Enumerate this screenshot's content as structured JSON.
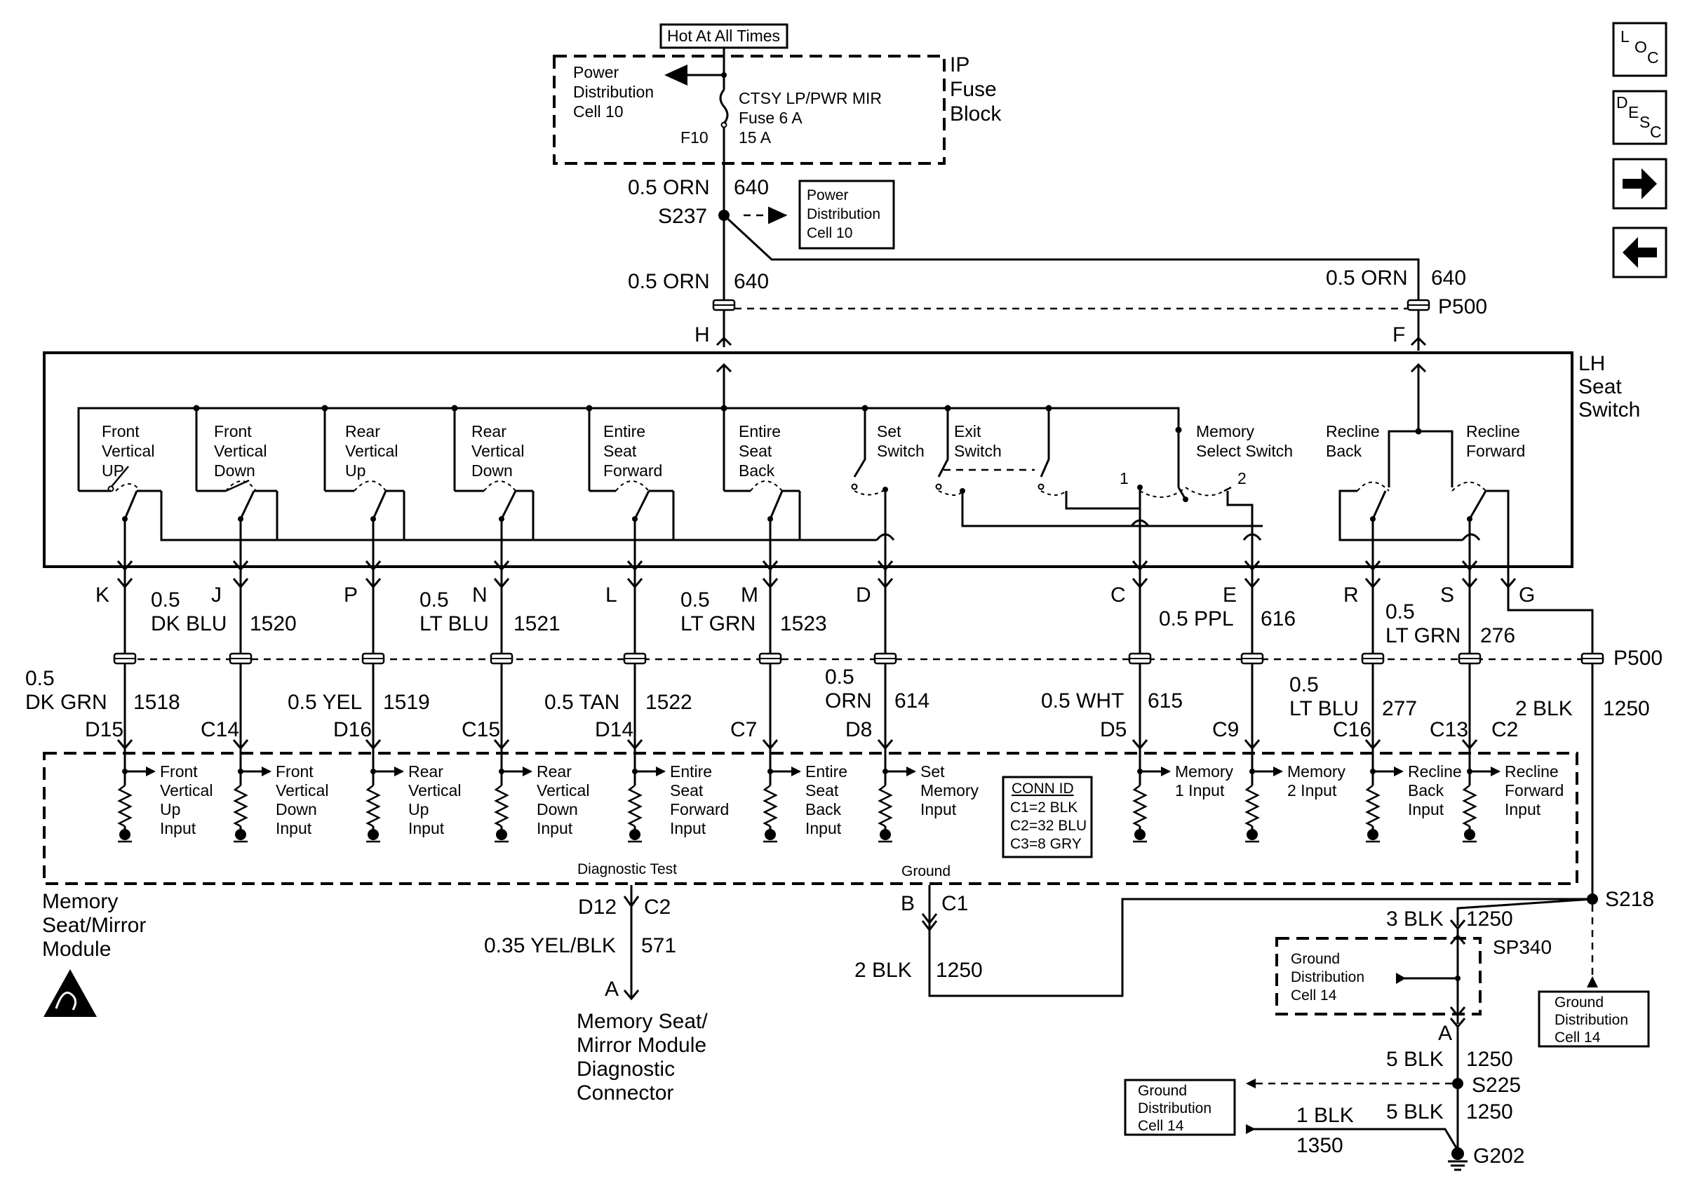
{
  "header": {
    "hot_label": "Hot At All Times"
  },
  "fuse_block": {
    "title": [
      "IP",
      "Fuse",
      "Block"
    ],
    "pd_cell": [
      "Power",
      "Distribution",
      "Cell 10"
    ],
    "fuse_lines": [
      "CTSY LP/PWR MIR",
      "Fuse 6 A",
      "15 A"
    ],
    "fuse_id": "F10"
  },
  "feed": {
    "top_wire": "0.5 ORN",
    "top_circuit": "640",
    "splice": "S237",
    "pd_box": [
      "Power",
      "Distribution",
      "Cell 10"
    ],
    "mid_wire": "0.5 ORN",
    "mid_circuit": "640",
    "right_wire": "0.5 ORN",
    "right_circuit": "640",
    "conn_top": "P500",
    "pin_h": "H",
    "pin_f": "F"
  },
  "seat_switch": {
    "title": [
      "LH",
      "Seat",
      "Switch"
    ],
    "switches": [
      {
        "lines": [
          "Front",
          "Vertical",
          "UP"
        ]
      },
      {
        "lines": [
          "Front",
          "Vertical",
          "Down"
        ]
      },
      {
        "lines": [
          "Rear",
          "Vertical",
          "Up"
        ]
      },
      {
        "lines": [
          "Rear",
          "Vertical",
          "Down"
        ]
      },
      {
        "lines": [
          "Entire",
          "Seat",
          "Forward"
        ]
      },
      {
        "lines": [
          "Entire",
          "Seat",
          "Back"
        ]
      },
      {
        "lines": [
          "Set",
          "Switch"
        ]
      },
      {
        "lines": [
          "Exit",
          "Switch"
        ]
      },
      {
        "lines": [
          "Memory",
          "Select Switch"
        ]
      },
      {
        "lines": [
          "Recline",
          "Back"
        ]
      },
      {
        "lines": [
          "Recline",
          "Forward"
        ]
      }
    ],
    "mem_pos1": "1",
    "mem_pos2": "2"
  },
  "wires": [
    {
      "pin": "K",
      "upper": "",
      "upper_circuit": "",
      "lower": [
        "0.5",
        "DK GRN"
      ],
      "lower_circuit": "1518",
      "module_pin": "D15"
    },
    {
      "pin": "J",
      "upper": [
        "0.5",
        "DK BLU"
      ],
      "upper_circuit": "1520",
      "lower": [],
      "lower_circuit": "",
      "module_pin": "C14"
    },
    {
      "pin": "P",
      "upper": [],
      "upper_circuit": "",
      "lower": [
        "0.5 YEL"
      ],
      "lower_circuit": "1519",
      "module_pin": "D16"
    },
    {
      "pin": "N",
      "upper": [
        "0.5",
        "LT BLU"
      ],
      "upper_circuit": "1521",
      "lower": [],
      "lower_circuit": "",
      "module_pin": "C15"
    },
    {
      "pin": "L",
      "upper": [],
      "upper_circuit": "",
      "lower": [
        "0.5 TAN"
      ],
      "lower_circuit": "1522",
      "module_pin": "D14"
    },
    {
      "pin": "M",
      "upper": [
        "0.5",
        "LT GRN"
      ],
      "upper_circuit": "1523",
      "lower": [],
      "lower_circuit": "",
      "module_pin": "C7"
    },
    {
      "pin": "D",
      "upper": [],
      "upper_circuit": "",
      "lower": [
        "0.5",
        "ORN"
      ],
      "lower_circuit": "614",
      "module_pin": "D8"
    },
    {
      "pin": "C",
      "upper": [],
      "upper_circuit": "",
      "lower": [
        "0.5 WHT"
      ],
      "lower_circuit": "615",
      "module_pin": "D5"
    },
    {
      "pin": "E",
      "upper": [
        "0.5 PPL"
      ],
      "upper_circuit": "616",
      "lower": [],
      "lower_circuit": "",
      "module_pin": "C9"
    },
    {
      "pin": "R",
      "upper": [],
      "upper_circuit": "",
      "lower": [
        "0.5",
        "LT BLU"
      ],
      "lower_circuit": "277",
      "module_pin": "C16"
    },
    {
      "pin": "S",
      "upper": [
        "0.5",
        "LT GRN"
      ],
      "upper_circuit": "276",
      "lower": [],
      "lower_circuit": "",
      "module_pin": "C13"
    },
    {
      "pin": "G",
      "upper": [],
      "upper_circuit": "",
      "lower": [
        "2 BLK"
      ],
      "lower_circuit": "1250",
      "module_pin": "C2"
    }
  ],
  "conn_mid": "P500",
  "module": {
    "title": [
      "Memory",
      "Seat/Mirror",
      "Module"
    ],
    "inputs": [
      [
        "Front",
        "Vertical",
        "Up",
        "Input"
      ],
      [
        "Front",
        "Vertical",
        "Down",
        "Input"
      ],
      [
        "Rear",
        "Vertical",
        "Up",
        "Input"
      ],
      [
        "Rear",
        "Vertical",
        "Down",
        "Input"
      ],
      [
        "Entire",
        "Seat",
        "Forward",
        "Input"
      ],
      [
        "Entire",
        "Seat",
        "Back",
        "Input"
      ],
      [
        "Set",
        "Memory",
        "Input"
      ],
      [
        "Memory",
        "1 Input"
      ],
      [
        "Memory",
        "2 Input"
      ],
      [
        "Recline",
        "Back",
        "Input"
      ],
      [
        "Recline",
        "Forward",
        "Input"
      ]
    ],
    "conn_id": {
      "title": "CONN ID",
      "rows": [
        "C1=2 BLK",
        "C2=32 BLU",
        "C3=8 GRY"
      ]
    },
    "diag_label": "Diagnostic Test",
    "ground_label": "Ground"
  },
  "diag": {
    "pin_left": "D12",
    "pin_right": "C2",
    "wire": "0.35 YEL/BLK",
    "circuit": "571",
    "pin_a": "A",
    "dest": [
      "Memory Seat/",
      "Mirror Module",
      "Diagnostic",
      "Connector"
    ]
  },
  "ground": {
    "pin_b": "B",
    "pin_c1": "C1",
    "wire": "2 BLK",
    "circuit": "1250",
    "s218": "S218",
    "sp340_wire": "3 BLK",
    "sp340_circuit": "1250",
    "sp340": "SP340",
    "sp340_box": [
      "Ground",
      "Distribution",
      "Cell 14"
    ],
    "gd_right": [
      "Ground",
      "Distribution",
      "Cell 14"
    ],
    "pin_a": "A",
    "s225_wire": "5 BLK",
    "s225_circuit": "1250",
    "s225": "S225",
    "gd_bottom": [
      "Ground",
      "Distribution",
      "Cell 14"
    ],
    "g202_wire1": "1 BLK",
    "g202_circuit1": "1350",
    "g202_wire2": "5 BLK",
    "g202_circuit2": "1250",
    "g202": "G202"
  },
  "nav": {
    "loc": [
      "L",
      "O",
      "C"
    ],
    "desc": [
      "D",
      "E",
      "S",
      "C"
    ]
  }
}
